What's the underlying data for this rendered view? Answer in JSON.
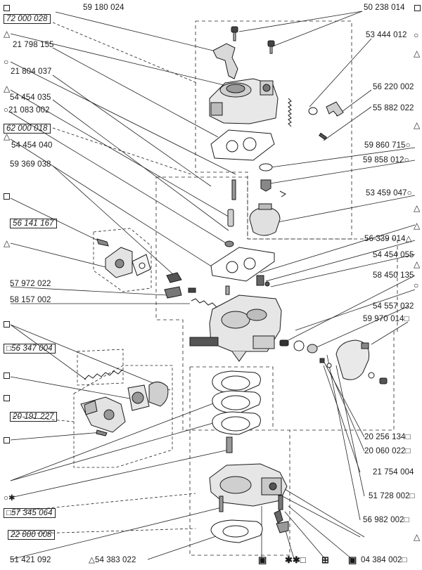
{
  "part_numbers": {
    "p01": "59 180 024",
    "p02": "50 238 014",
    "p03": "72 000 028",
    "p04": "53 444 012",
    "p05": "21 798 155",
    "p06": "56 220 002",
    "p07": "21 804 037",
    "p08": "55 882 022",
    "p09": "54 454 035",
    "p10": "21 083 002",
    "p11": "62 000 018",
    "p12": "59 860 715",
    "p13": "54 454 040",
    "p14": "59 858 012",
    "p15": "59 369 038",
    "p16": "53 459 047",
    "p17": "56 141 167",
    "p18": "56 339 014",
    "p19": "54 454 055",
    "p20": "57 972 022",
    "p21": "58 450 135",
    "p22": "58 157 002",
    "p23": "54 557 032",
    "p24": "59 970 014",
    "p25": "56 347 004",
    "p26": "20 191 227",
    "p27": "20 256 134",
    "p28": "20 060 022",
    "p29": "21 754 004",
    "p30": "57 345 064",
    "p31": "51 728 002",
    "p32": "56 982 002",
    "p33": "22 000 008",
    "p34": "04 384 002",
    "p35": "51 421 092",
    "p36": "54 383 022"
  },
  "symbols": {
    "square": "□",
    "triangle": "△",
    "circle": "○",
    "asterisk": "✱",
    "circle_asterisk": "○✱",
    "double_asterisk_square": "✱✱□",
    "boxed_dot": "▣",
    "boxed_cross": "⊞",
    "boxed_dot_alt": "▣"
  },
  "symbol_glyphs": {
    "sq": "□",
    "tri": "△",
    "ci": "○"
  }
}
